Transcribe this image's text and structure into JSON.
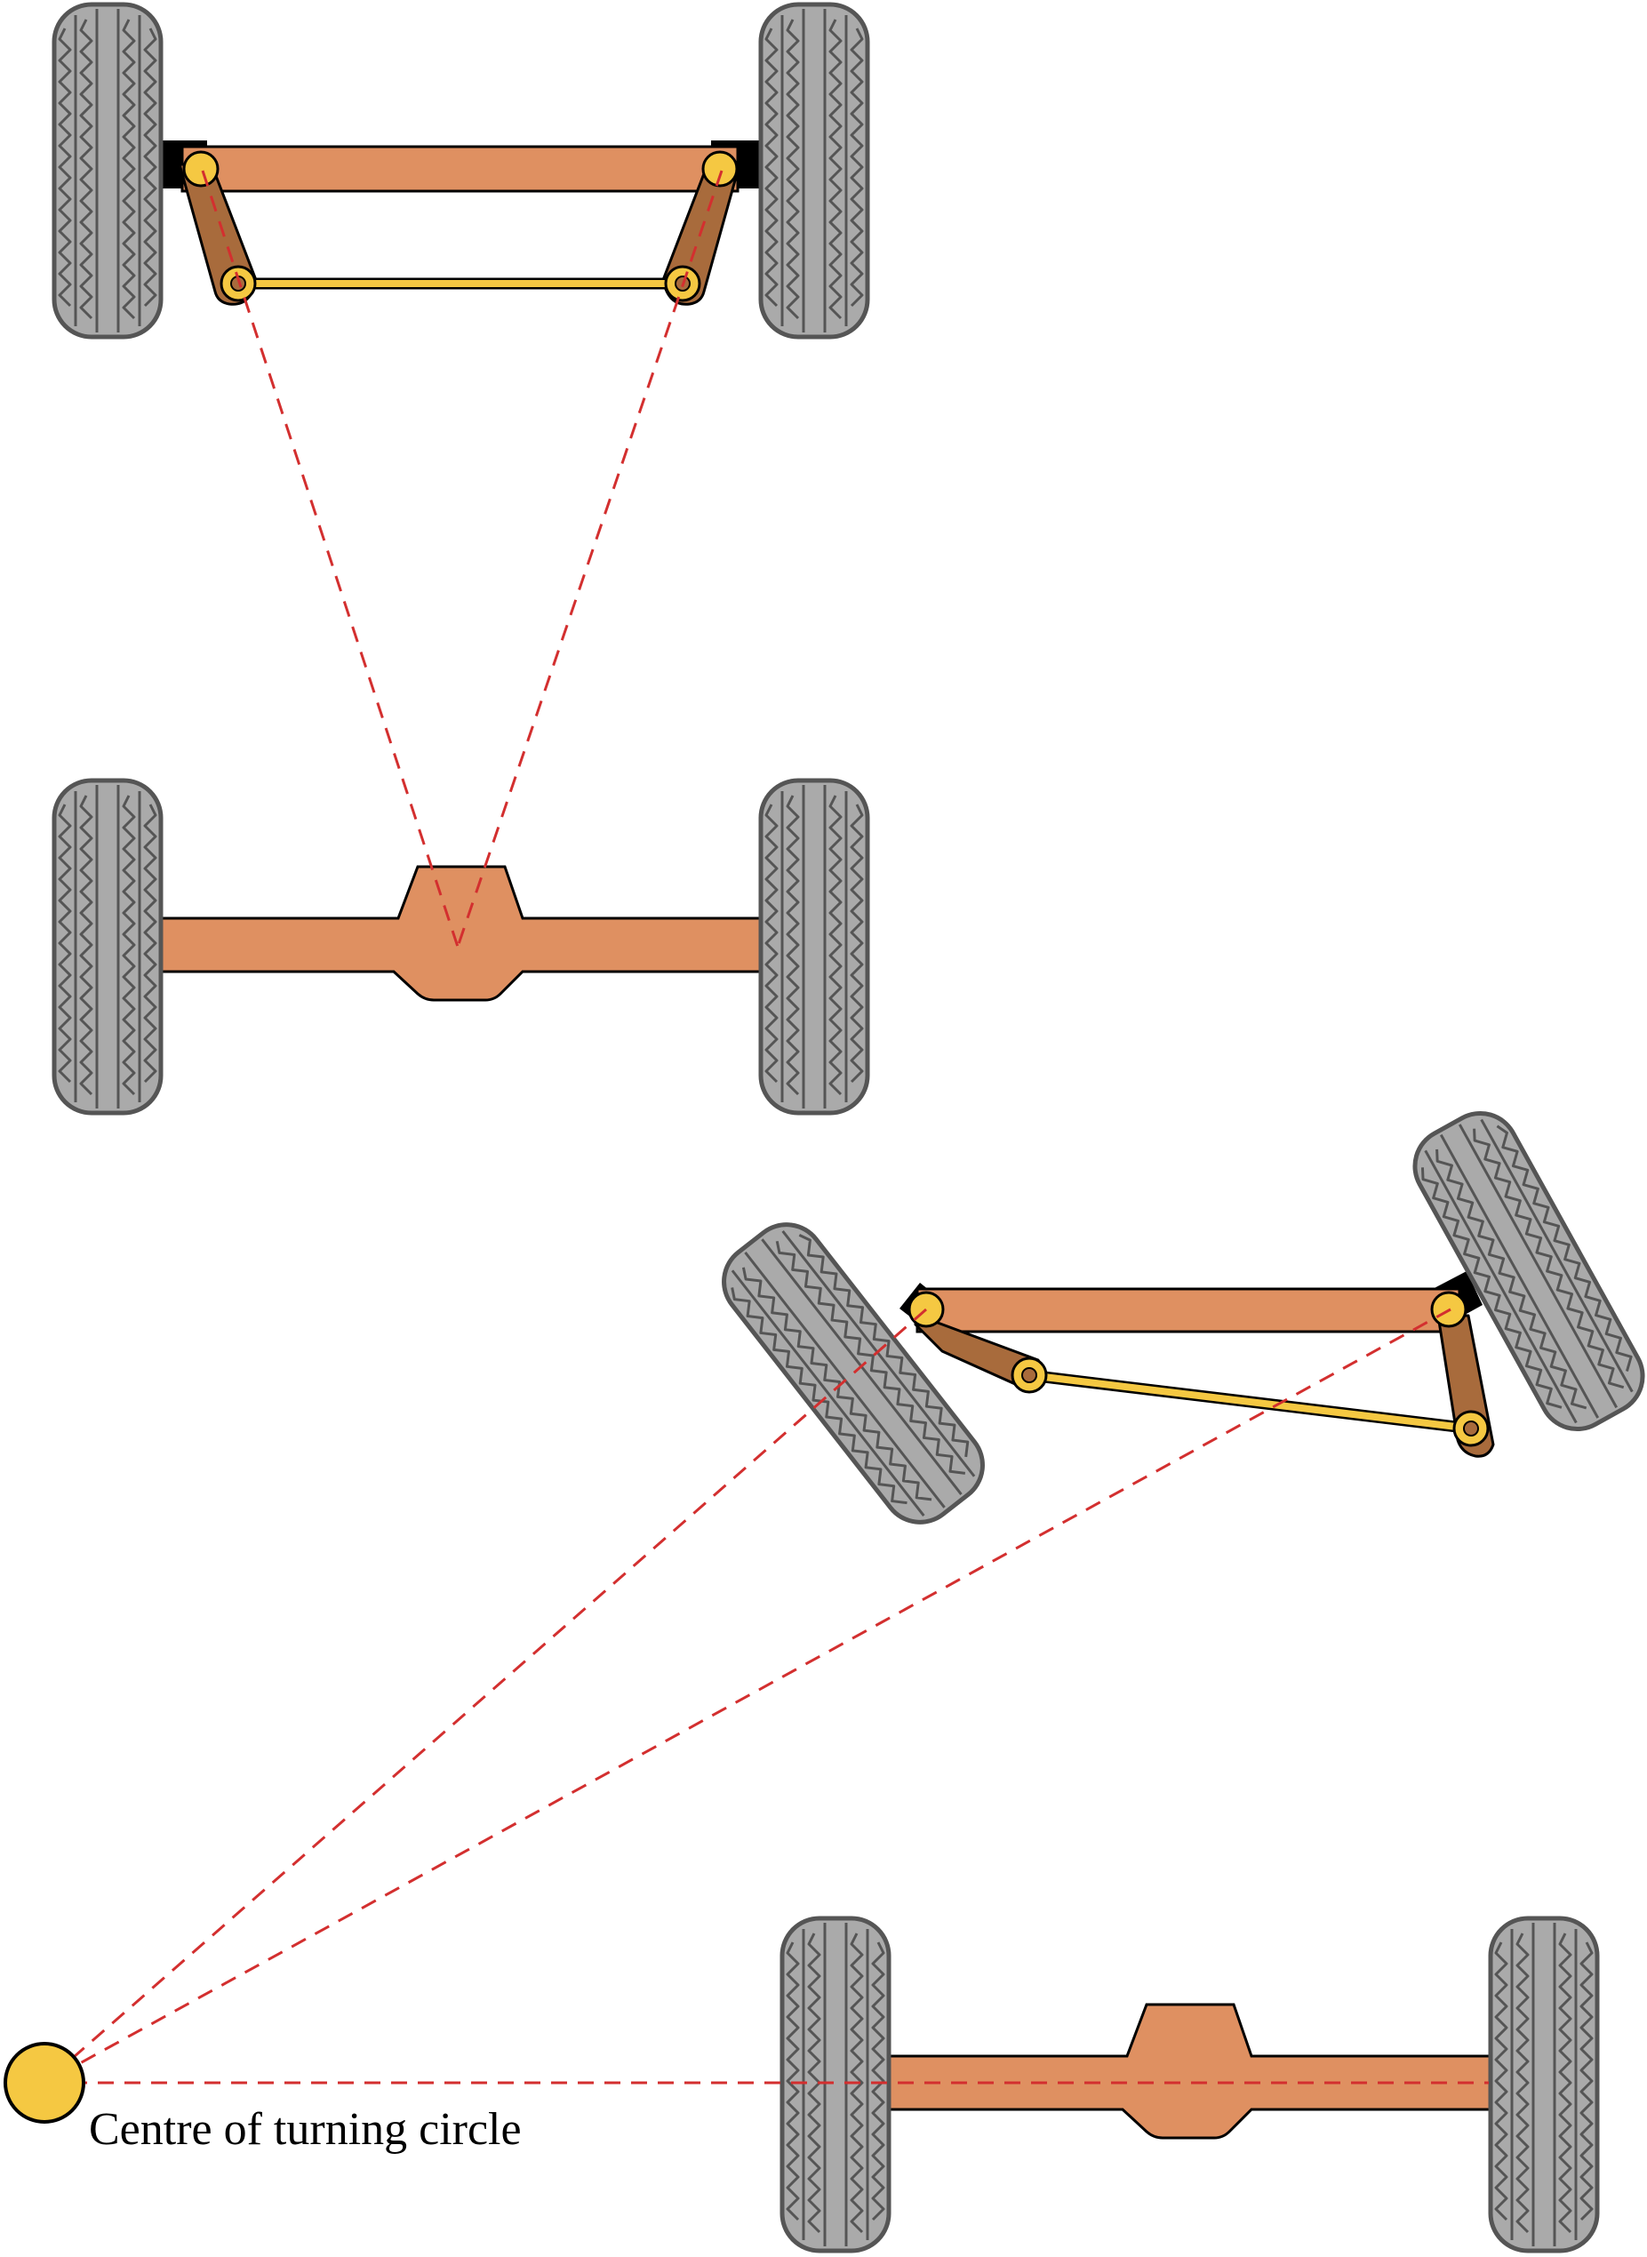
{
  "diagram": {
    "title": "",
    "centre_label": "Centre of turning circle",
    "colors": {
      "axle": "#df9061",
      "steering_arm": "#a86b3c",
      "tie_rod": "#f5c842",
      "tyre": "#aaaaaa",
      "tyre_outline": "#555555",
      "guide_line": "#d32f2f",
      "centre_marker": "#f5c842"
    },
    "panels": [
      {
        "state": "straight-ahead",
        "front_wheels": "parallel"
      },
      {
        "state": "turning-left",
        "front_wheels": "steered"
      }
    ]
  }
}
